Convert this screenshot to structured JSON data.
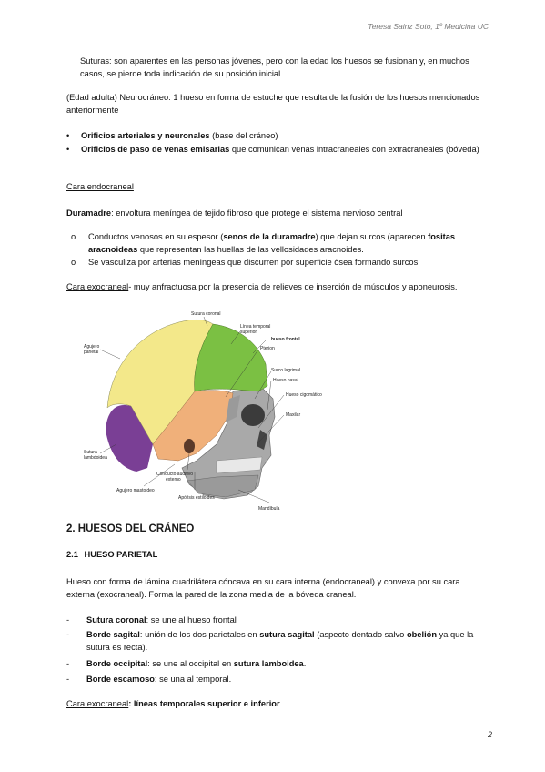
{
  "header": "Teresa Sainz Soto, 1º Medicina UC",
  "page_number": "2",
  "p_suturas": "Suturas: son aparentes en las personas jóvenes, pero con la edad los huesos se fusionan y, en muchos casos, se pierde toda indicación de su posición inicial.",
  "p_neurocraneo": "(Edad adulta) Neurocráneo: 1 hueso en forma de estuche que resulta de la fusión de los huesos mencionados anteriormente",
  "bullets1": [
    {
      "bold": "Orificios arteriales y neuronales",
      "rest": " (base del cráneo)"
    },
    {
      "bold": "Orificios de paso de venas emisarias",
      "rest": " que comunican venas intracraneales con extracraneales (bóveda)"
    }
  ],
  "cara_endo": "Cara endocraneal",
  "duramadre_bold": "Duramadre",
  "duramadre_rest": ": envoltura meníngea de tejido fibroso que protege el sistema nervioso central",
  "sub1": {
    "a": "Conductos venosos en su espesor (",
    "b": "senos de la duramadre",
    "c": ") que dejan surcos (aparecen ",
    "d": "fositas aracnoideas",
    "e": " que representan las huellas de las vellosidades aracnoides."
  },
  "sub2": "Se vasculiza por arterias meníngeas que discurren por superficie ósea formando surcos.",
  "cara_exo": "Cara exocraneal",
  "cara_exo_rest": "- muy anfractuosa por la presencia de relieves de inserción de músculos y aponeurosis.",
  "figure": {
    "labels": {
      "sutura_coronal": "Sutura coronal",
      "linea_temporal_1": "Línea temporal",
      "linea_temporal_2": "superior",
      "hueso_frontal": "hueso frontal",
      "pterion": "Pterion",
      "agujero_parietal_1": "Agujero",
      "agujero_parietal_2": "parietal",
      "surco_lagrimal": "Surco lagrimal",
      "hueso_nasal": "Hueso nasal",
      "hueso_cigomatico": "Hueso cigomático",
      "maxilar": "Maxilar",
      "sutura_lambdoidea_1": "Sutura",
      "sutura_lambdoidea_2": "lambdoidea",
      "conducto_1": "Conducto auditivo",
      "conducto_2": "externo",
      "agujero_mastoideo": "Agujero mastoideo",
      "apofisis_estiloides": "Apófisis estiloides",
      "mandibula": "Mandíbula"
    },
    "colors": {
      "parietal": "#f3e88a",
      "frontal": "#7bc043",
      "occipital": "#7a3f95",
      "temporal": "#f0b07a",
      "bone": "#a9a9a9"
    }
  },
  "section_title": "2. HUESOS DEL CRÁNEO",
  "subsection_num": "2.1",
  "subsection_title": "HUESO PARIETAL",
  "p_parietal": "Hueso con forma de lámina cuadrilátera cóncava en su cara interna (endocraneal) y convexa por su cara externa (exocraneal). Forma la pared de la zona media de la bóveda craneal.",
  "dash_items": [
    {
      "bold": "Sutura coronal",
      "rest": ": se une al hueso frontal"
    },
    {
      "bold": "Borde sagital",
      "rest": ": unión de los dos parietales en ",
      "bold2": "sutura sagital",
      "rest2": " (aspecto dentado salvo ",
      "bold3": "obelión",
      "rest3": " ya que la sutura es recta)."
    },
    {
      "bold": "Borde occipital",
      "rest": ": se une al occipital en ",
      "bold2": "sutura lamboidea",
      "rest2": "."
    },
    {
      "bold": "Borde escamoso",
      "rest": ": se una al temporal."
    }
  ],
  "cara_exo2": "Cara exocraneal",
  "cara_exo2_rest": ": líneas temporales superior e inferior"
}
